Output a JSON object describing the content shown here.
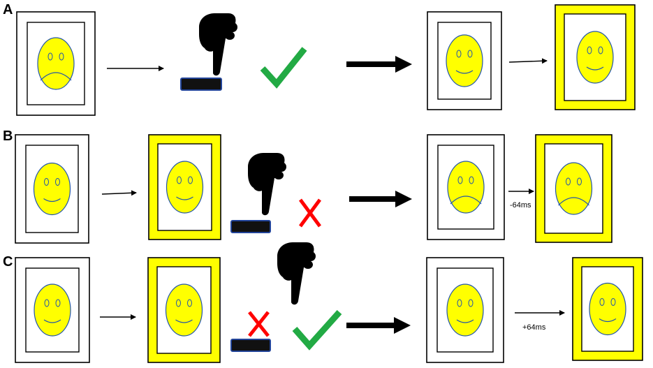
{
  "panels": [
    {
      "label": "A",
      "cards": [
        {
          "face": "sad",
          "frame": "white"
        },
        {
          "face": "happy",
          "frame": "white"
        },
        {
          "face": "happy",
          "frame": "yellow"
        }
      ],
      "marks": [
        "check"
      ],
      "delay": ""
    },
    {
      "label": "B",
      "cards": [
        {
          "face": "happy",
          "frame": "white"
        },
        {
          "face": "happy",
          "frame": "yellow"
        },
        {
          "face": "sad",
          "frame": "white"
        },
        {
          "face": "sad",
          "frame": "yellow"
        }
      ],
      "marks": [
        "cross"
      ],
      "delay": "-64ms"
    },
    {
      "label": "C",
      "cards": [
        {
          "face": "happy",
          "frame": "white"
        },
        {
          "face": "happy",
          "frame": "yellow"
        },
        {
          "face": "happy",
          "frame": "white"
        },
        {
          "face": "happy",
          "frame": "yellow"
        }
      ],
      "marks": [
        "cross",
        "check"
      ],
      "delay": "+64ms"
    }
  ],
  "icons": [
    "pointing-hand-icon",
    "response-button-icon",
    "checkmark-icon",
    "cross-icon",
    "arrow-icon"
  ],
  "colors": {
    "face": "#ffff00",
    "face_outline": "#2255aa",
    "highlight_frame": "#ffff00",
    "check": "#22aa44",
    "cross": "#ff0000",
    "button": "#111111",
    "button_outline": "#224499"
  }
}
